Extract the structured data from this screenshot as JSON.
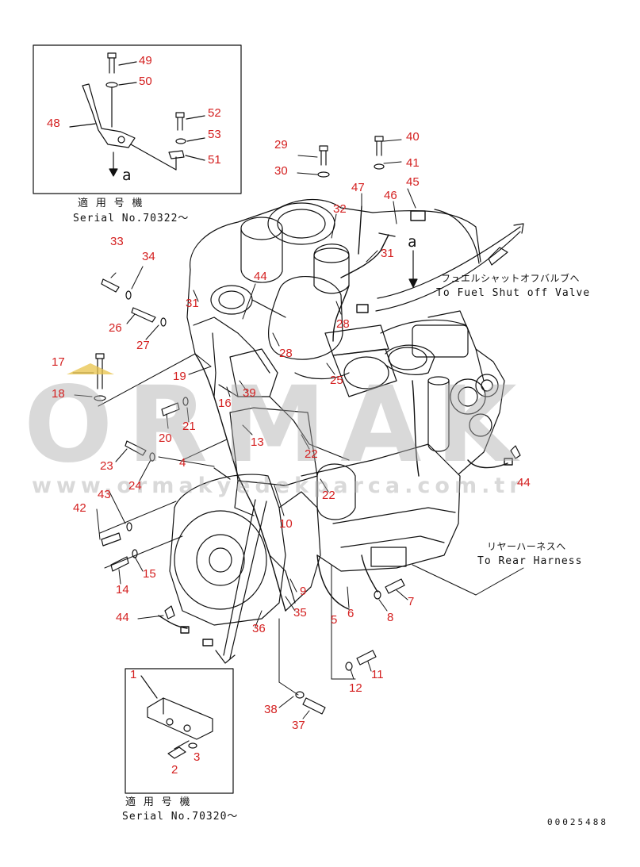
{
  "inset_top": {
    "serial_jp": "適 用 号 機",
    "serial": "Serial No.70322～",
    "arrow_label": "a"
  },
  "inset_bottom": {
    "serial_jp": "適 用 号 機",
    "serial": "Serial No.70320～"
  },
  "main": {
    "arrow_label": "a",
    "fuel_jp": "フュエルシャットオフバルブへ",
    "fuel_en": "To Fuel Shut off Valve",
    "rear_jp": "リヤーハーネスへ",
    "rear_en": "To Rear Harness"
  },
  "drawing_no": "00025488",
  "watermark": {
    "brand": "ORMAK",
    "url": "www.ormakyedekparca.com.tr"
  },
  "colors": {
    "callout": "#d42020",
    "line": "#111111",
    "watermark": "#aaaaaa",
    "watermark_accent": "#e8c34a"
  },
  "callouts": [
    "49",
    "50",
    "48",
    "52",
    "53",
    "51",
    "29",
    "30",
    "40",
    "41",
    "47",
    "46",
    "45",
    "32",
    "31",
    "33",
    "34",
    "44",
    "31",
    "26",
    "27",
    "28",
    "28",
    "17",
    "18",
    "19",
    "25",
    "16",
    "39",
    "20",
    "21",
    "13",
    "22",
    "23",
    "24",
    "4",
    "22",
    "43",
    "10",
    "42",
    "15",
    "14",
    "9",
    "35",
    "44",
    "36",
    "5",
    "6",
    "8",
    "7",
    "12",
    "11",
    "38",
    "37",
    "1",
    "3",
    "2",
    "44"
  ]
}
